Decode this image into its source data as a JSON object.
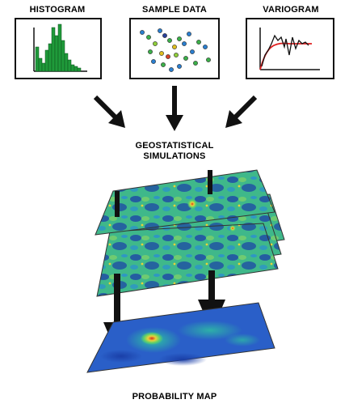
{
  "top_labels": {
    "histogram": "HISTOGRAM",
    "sample_data": "SAMPLE DATA",
    "variogram": "VARIOGRAM"
  },
  "middle_label": {
    "line1": "GEOSTATISTICAL",
    "line2": "SIMULATIONS"
  },
  "bottom_label": "PROBABILITY MAP",
  "colors": {
    "histogram_bar": "#1f9a3a",
    "variogram_model": "#e02020",
    "variogram_experimental": "#111111",
    "map_low": "#1a3fa8",
    "map_mid": "#2ec4a0",
    "map_high": "#e8d23a",
    "map_peak": "#d9301c",
    "arrow": "#111111"
  },
  "icons": [
    "down-arrow-icon",
    "diagonal-arrow-icon"
  ]
}
